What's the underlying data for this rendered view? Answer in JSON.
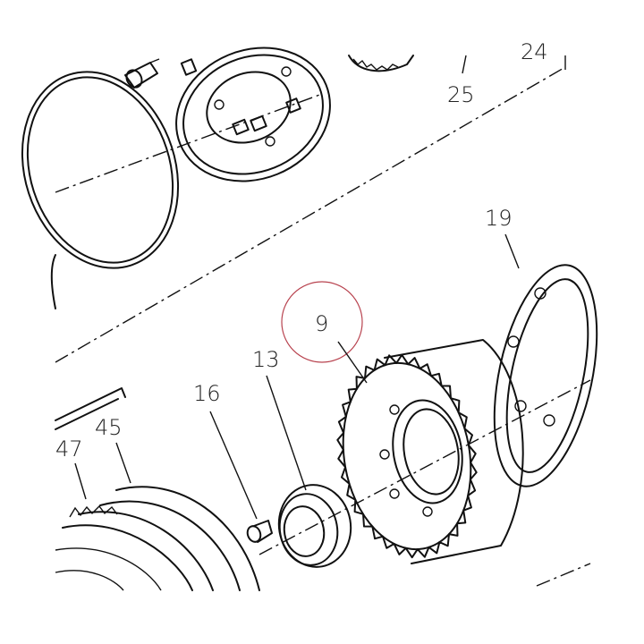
{
  "diagram": {
    "callouts": [
      {
        "id": "25",
        "text": "25"
      },
      {
        "id": "24",
        "text": "24"
      },
      {
        "id": "19",
        "text": "19"
      },
      {
        "id": "9",
        "text": "9"
      },
      {
        "id": "13",
        "text": "13"
      },
      {
        "id": "16",
        "text": "16"
      },
      {
        "id": "45",
        "text": "45"
      },
      {
        "id": "47",
        "text": "47"
      }
    ],
    "highlight_color": "#b8434f",
    "line_color": "#111111"
  }
}
